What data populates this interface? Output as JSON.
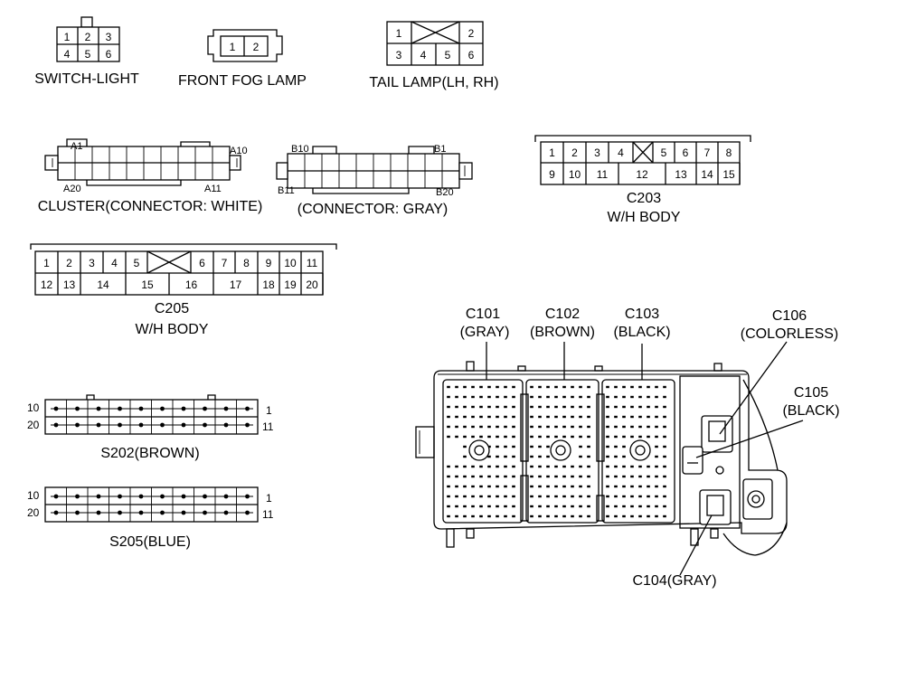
{
  "connectors": {
    "switch_light": {
      "name": "SWITCH-LIGHT",
      "pins": [
        "1",
        "2",
        "3",
        "4",
        "5",
        "6"
      ]
    },
    "front_fog_lamp": {
      "name": "FRONT FOG LAMP",
      "pins": [
        "1",
        "2"
      ]
    },
    "tail_lamp": {
      "name": "TAIL LAMP(LH, RH)",
      "pins": [
        "1",
        "2",
        "3",
        "4",
        "5",
        "6"
      ]
    },
    "cluster_white": {
      "name": "CLUSTER(CONNECTOR: WHITE)",
      "corner_labels": [
        "A1",
        "A10",
        "A20",
        "A11"
      ]
    },
    "cluster_gray": {
      "name": "(CONNECTOR: GRAY)",
      "corner_labels": [
        "B10",
        "B1",
        "B11",
        "B20"
      ]
    },
    "c203": {
      "name": "C203",
      "sub": "W/H BODY",
      "top_pins": [
        "1",
        "2",
        "3",
        "4",
        "5",
        "6",
        "7",
        "8"
      ],
      "bottom_pins": [
        "9",
        "10",
        "11",
        "12",
        "13",
        "14",
        "15"
      ]
    },
    "c205": {
      "name": "C205",
      "sub": "W/H BODY",
      "top_pins": [
        "1",
        "2",
        "3",
        "4",
        "5",
        "6",
        "7",
        "8",
        "9",
        "10",
        "11"
      ],
      "bottom_pins": [
        "12",
        "13",
        "14",
        "15",
        "16",
        "17",
        "18",
        "19",
        "20"
      ]
    },
    "s202": {
      "name": "S202(BROWN)",
      "pin_labels": [
        "10",
        "20",
        "1",
        "11"
      ]
    },
    "s205": {
      "name": "S205(BLUE)",
      "pin_labels": [
        "10",
        "20",
        "1",
        "11"
      ]
    },
    "junction_block": {
      "callouts": [
        {
          "line1": "C101",
          "line2": "(GRAY)"
        },
        {
          "line1": "C102",
          "line2": "(BROWN)"
        },
        {
          "line1": "C103",
          "line2": "(BLACK)"
        },
        {
          "line1": "C106",
          "line2": "(COLORLESS)"
        },
        {
          "line1": "C105",
          "line2": "(BLACK)"
        },
        {
          "line1": "C104(GRAY)",
          "line2": ""
        }
      ]
    }
  }
}
